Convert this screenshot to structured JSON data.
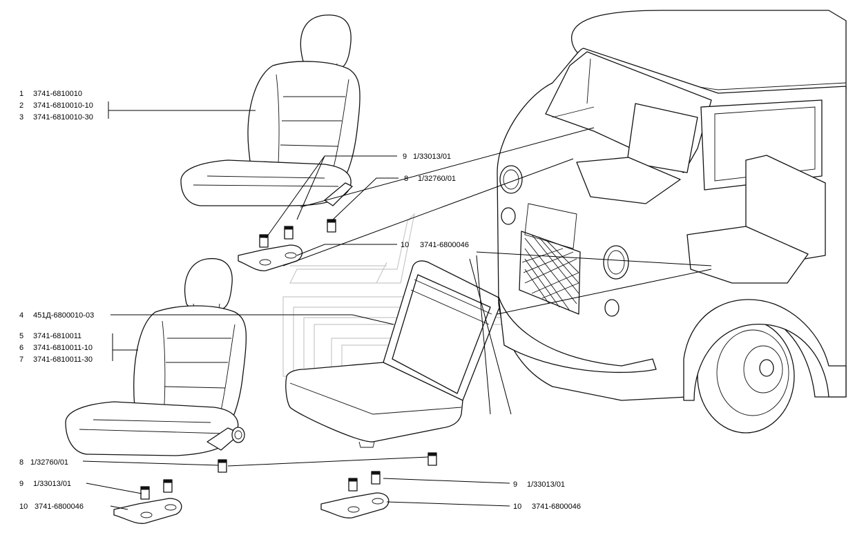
{
  "diagram": {
    "callouts": [
      {
        "id": "c1",
        "num": "1",
        "part": "3741-6810010"
      },
      {
        "id": "c2",
        "num": "2",
        "part": "3741-6810010-10"
      },
      {
        "id": "c3",
        "num": "3",
        "part": "3741-6810010-30"
      },
      {
        "id": "c9a",
        "num": "9",
        "part": "1/33013/01"
      },
      {
        "id": "c8a",
        "num": "8",
        "part": "1/32760/01"
      },
      {
        "id": "c10a",
        "num": "10",
        "part": "3741-6800046"
      },
      {
        "id": "c4",
        "num": "4",
        "part": "451Д-6800010-03"
      },
      {
        "id": "c5",
        "num": "5",
        "part": "3741-6810011"
      },
      {
        "id": "c6",
        "num": "6",
        "part": "3741-6810011-10"
      },
      {
        "id": "c7",
        "num": "7",
        "part": "3741-6810011-30"
      },
      {
        "id": "c8b",
        "num": "8",
        "part": "1/32760/01"
      },
      {
        "id": "c9b",
        "num": "9",
        "part": "1/33013/01"
      },
      {
        "id": "c9c",
        "num": "9",
        "part": "1/33013/01"
      },
      {
        "id": "c10b",
        "num": "10",
        "part": "3741-6800046"
      },
      {
        "id": "c10c",
        "num": "10",
        "part": "3741-6800046"
      }
    ]
  }
}
